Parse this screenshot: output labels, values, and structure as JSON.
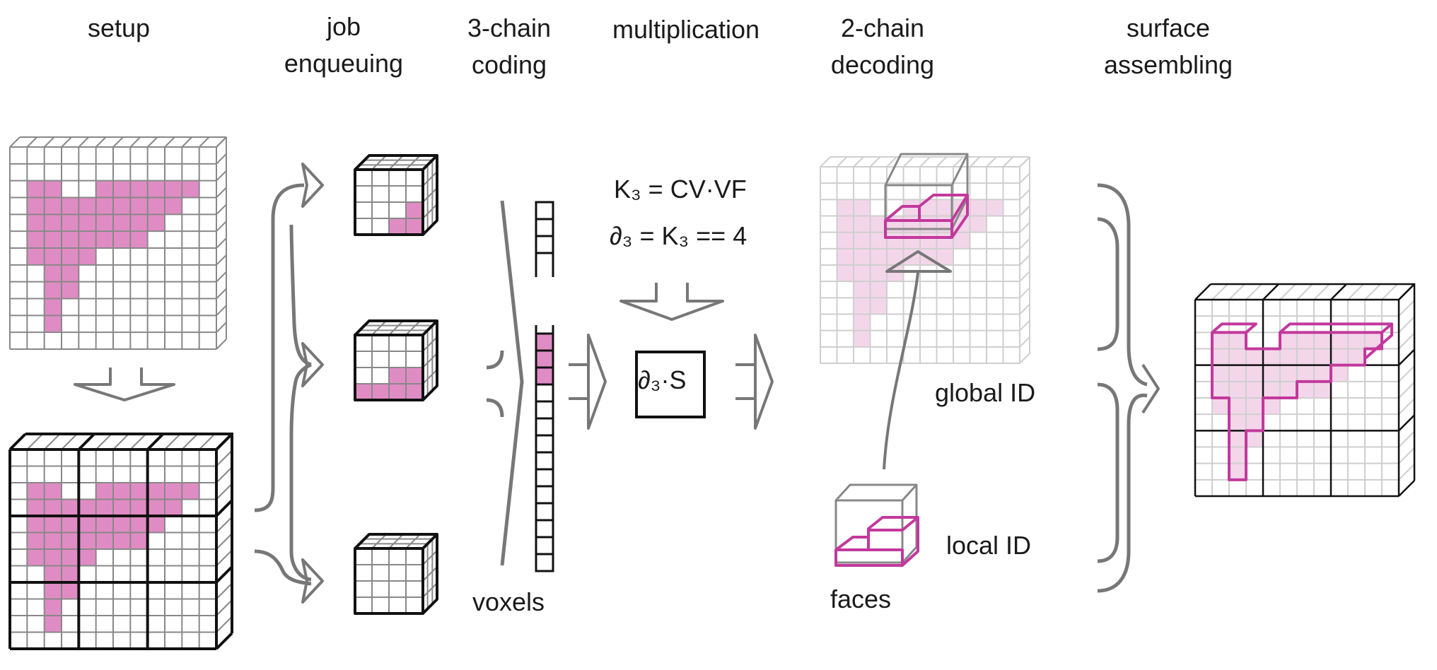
{
  "stages": [
    {
      "id": "setup",
      "lines": [
        "setup"
      ]
    },
    {
      "id": "job-enqueuing",
      "lines": [
        "job",
        "enqueuing"
      ]
    },
    {
      "id": "3-chain-coding",
      "lines": [
        "3-chain",
        "coding"
      ]
    },
    {
      "id": "multiplication",
      "lines": [
        "multiplication"
      ]
    },
    {
      "id": "2-chain-decoding",
      "lines": [
        "2-chain",
        "decoding"
      ]
    },
    {
      "id": "surface-assembling",
      "lines": [
        "surface",
        "assembling"
      ]
    }
  ],
  "formulas": {
    "k3": "K₃ = CV·VF",
    "d3": "∂₃ = K₃ == 4",
    "box": "∂₃·S"
  },
  "annotations": {
    "voxels": "voxels",
    "global_id": "global ID",
    "local_id": "local ID",
    "faces": "faces"
  },
  "colors": {
    "voxel_fill": "#e08cc4",
    "voxel_fill_light": "#f4d6ea",
    "surface_stroke": "#c2399c",
    "arrow": "#777777",
    "grid": "#888888",
    "grid_light": "#cfcfcf"
  }
}
